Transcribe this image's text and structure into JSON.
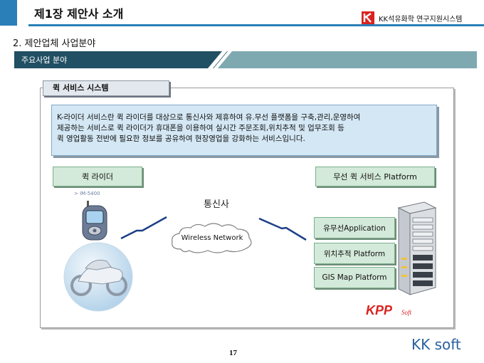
{
  "header": {
    "title": "제1장 제안사 소개",
    "brand_logo_text": "K",
    "brand_name": "KK석유화학  연구지원시스템"
  },
  "section": {
    "title": "2. 제안업체 사업분야",
    "band_label": "주요사업 분야"
  },
  "panel": {
    "tab_label": "퀵 서비스 시스템",
    "description_lines": [
      "K-라이더 서비스란 퀵 라이더를 대상으로  통신사와 제휴하여 유.무선 플랫폼을 구축,관리,운영하여",
      "제공하는 서비스로 퀵 라이더가 휴대폰을 이용하여 실시간 주문조회,위치추적 및 업무조회 등",
      "퀵 영업활동 전반에 필요한 정보를 공유하여 현장영업을 강화하는 서비스입니다."
    ],
    "rider_label": "퀵 라이더",
    "phone_model": "> IM-5400",
    "carrier_label": "통신사",
    "network_label": "Wireless Network",
    "platform_label": "무선 퀵 서비스 Platform",
    "platform_items": [
      "유무선Application",
      "위치추적 Platform",
      "GIS Map Platform"
    ],
    "kpp_logo": "KPP",
    "kpp_logo_suffix": "Soft"
  },
  "footer": {
    "page_number": "17",
    "brand": "KK soft"
  },
  "colors": {
    "accent_blue": "#2a7fb8",
    "band_dark": "#214f63",
    "band_light": "#7fa9b1",
    "box_green": "#d3e9d9",
    "desc_blue": "#d4e7f4",
    "logo_red": "#d9231f"
  }
}
